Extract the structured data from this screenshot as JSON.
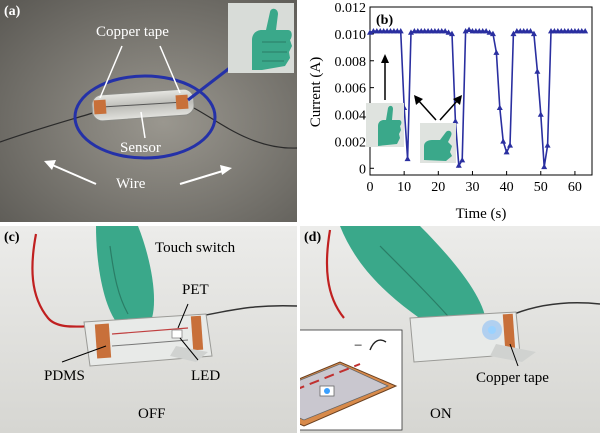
{
  "panel_a": {
    "tag": "(a)",
    "labels": {
      "copper_tape": "Copper tape",
      "sensor": "Sensor",
      "wire": "Wire"
    }
  },
  "panel_b": {
    "tag": "(b)",
    "chart_data": {
      "type": "line",
      "xlabel": "Time (s)",
      "ylabel": "Current (A)",
      "xlim": [
        0,
        65
      ],
      "ylim": [
        -0.0005,
        0.012
      ],
      "xticks": [
        "0",
        "10",
        "20",
        "30",
        "40",
        "50",
        "60"
      ],
      "yticks": [
        "0",
        "0.002",
        "0.004",
        "0.006",
        "0.008",
        "0.010",
        "0.012"
      ],
      "x": [
        0,
        1,
        2,
        3,
        4,
        5,
        6,
        7,
        8,
        9,
        10,
        11,
        12,
        13,
        14,
        15,
        16,
        17,
        18,
        19,
        20,
        21,
        22,
        23,
        24,
        25,
        26,
        27,
        28,
        29,
        30,
        31,
        32,
        33,
        34,
        35,
        36,
        37,
        38,
        39,
        40,
        41,
        42,
        43,
        44,
        45,
        46,
        47,
        48,
        49,
        50,
        51,
        52,
        53,
        54,
        55,
        56,
        57,
        58,
        59,
        60,
        61,
        62,
        63
      ],
      "y": [
        0.0101,
        0.0102,
        0.0102,
        0.0102,
        0.0102,
        0.0102,
        0.0102,
        0.0102,
        0.0102,
        0.0102,
        0.0045,
        0.0007,
        0.0101,
        0.0102,
        0.0102,
        0.0102,
        0.0102,
        0.0102,
        0.0102,
        0.0102,
        0.0102,
        0.0102,
        0.0102,
        0.0101,
        0.01,
        0.0035,
        0.0002,
        0.0006,
        0.0102,
        0.0103,
        0.0102,
        0.0102,
        0.0102,
        0.0102,
        0.0102,
        0.0101,
        0.01,
        0.0086,
        0.0045,
        0.002,
        0.0012,
        0.0017,
        0.01,
        0.0102,
        0.0102,
        0.0102,
        0.0102,
        0.0102,
        0.01,
        0.0072,
        0.004,
        0.0001,
        0.0017,
        0.0102,
        0.0102,
        0.0102,
        0.0102,
        0.0102,
        0.0102,
        0.0102,
        0.0102,
        0.0102,
        0.0102,
        0.0102
      ],
      "grid": false,
      "line_color": "#2a2fa0"
    }
  },
  "panel_c": {
    "tag": "(c)",
    "labels": {
      "touch_switch": "Touch switch",
      "pet": "PET",
      "pdms": "PDMS",
      "led": "LED",
      "off": "OFF"
    }
  },
  "panel_d": {
    "tag": "(d)",
    "labels": {
      "copper_tape": "Copper tape",
      "on": "ON",
      "plus": "+",
      "minus": "−"
    }
  },
  "colors": {
    "ellipse": "#2431a8",
    "glove": "#3aa88a",
    "copper": "#c8703a",
    "led_glow": "#4aa0ff"
  }
}
